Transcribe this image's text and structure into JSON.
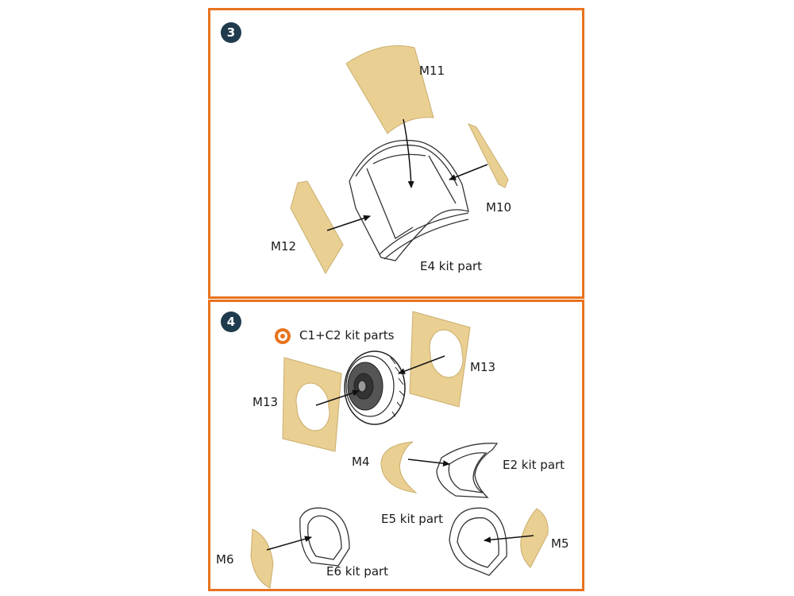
{
  "steps": [
    {
      "number": "3"
    },
    {
      "number": "4"
    }
  ],
  "labels": {
    "m11": "M11",
    "m10": "M10",
    "m12": "M12",
    "e4": "E4 kit part",
    "c1c2": "C1+C2 kit parts",
    "m13_right": "M13",
    "m13_left": "M13",
    "m4": "M4",
    "e2": "E2 kit part",
    "e5": "E5 kit part",
    "m5": "M5",
    "m6": "M6",
    "e6": "E6 kit part"
  },
  "colors": {
    "frame": "#e8731f",
    "badge": "#1f3b4d",
    "mask": "#e9cf92",
    "outline": "#333333"
  },
  "icons": {
    "c1c2_marker": "recycle-target-icon"
  }
}
